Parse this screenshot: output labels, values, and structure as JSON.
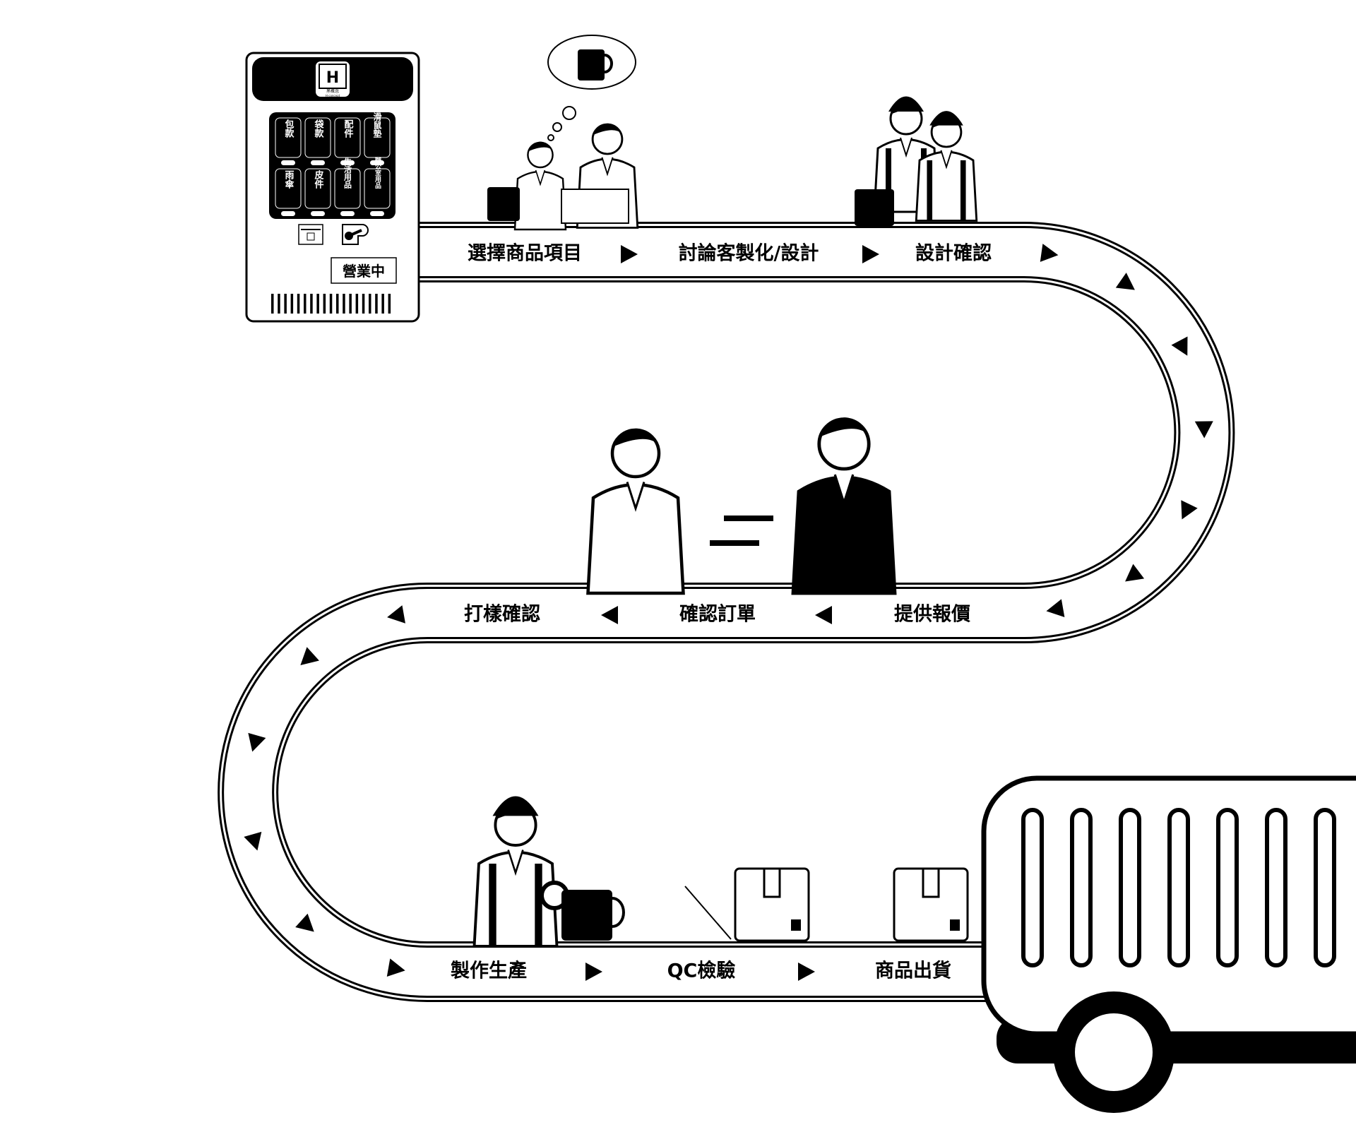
{
  "vending_machine": {
    "logo_letter": "H",
    "logo_name": "黑概念",
    "logo_sub": "H-concept",
    "buttons": [
      "包款",
      "袋款",
      "配件",
      "滑鼠墊",
      "雨傘",
      "皮件",
      "生活用品",
      "辦公室用品"
    ],
    "status_sign": "營業中"
  },
  "steps": {
    "row1": [
      "選擇商品項目",
      "討論客製化/設計",
      "設計確認"
    ],
    "row2": [
      "打樣確認",
      "確認訂單",
      "提供報價"
    ],
    "row3": [
      "製作生產",
      "QC檢驗",
      "商品出貨"
    ]
  },
  "colors": {
    "ink": "#000000",
    "paper": "#ffffff"
  }
}
